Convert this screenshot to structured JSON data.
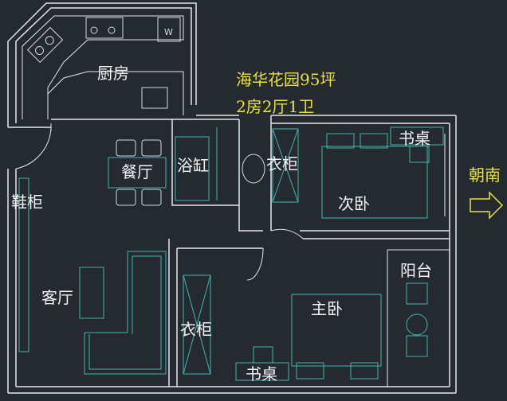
{
  "title": {
    "line1": "海华花园95坪",
    "line2": "2房2厅1卫"
  },
  "rooms": {
    "kitchen": "厨房",
    "dining": "餐厅",
    "bathtub": "浴缸",
    "wardrobe_top": "衣柜",
    "second_bedroom": "次卧",
    "desk_top": "书桌",
    "shoe_cabinet": "鞋柜",
    "living_room": "客厅",
    "balcony": "阳台",
    "master_bedroom": "主卧",
    "wardrobe_bottom": "衣柜",
    "desk_bottom": "书桌"
  },
  "orientation": {
    "label": "朝南",
    "icon": "arrow-right-icon"
  },
  "colors": {
    "background": "#252a31",
    "walls": "#e6e6e6",
    "furniture": "#3fb6b0",
    "title_text": "#e8e23a"
  }
}
